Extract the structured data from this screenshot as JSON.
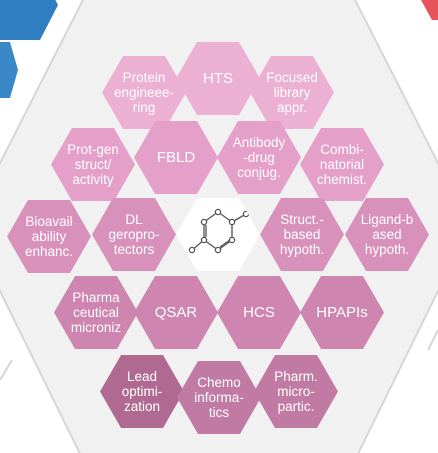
{
  "cells": [
    {
      "id": "protein-engineering",
      "label": "Protein\nengineee-\nring",
      "color": "#ecb0d2"
    },
    {
      "id": "hts",
      "label": "HTS",
      "color": "#ecb0d2"
    },
    {
      "id": "focused-library",
      "label": "Focused\nlibrary\nappr.",
      "color": "#ecb0d2"
    },
    {
      "id": "prot-gen-struct",
      "label": "Prot-gen\nstruct/\nactivity",
      "color": "#e4a0c8"
    },
    {
      "id": "fbld",
      "label": "FBLD",
      "color": "#e4a0c8"
    },
    {
      "id": "antibody-drug",
      "label": "Antibody\n-drug\nconjug.",
      "color": "#e4a0c8"
    },
    {
      "id": "combinatorial",
      "label": "Combi-\nnatorial\nchemist.",
      "color": "#e4a0c8"
    },
    {
      "id": "bioavailability",
      "label": "Bioavail\nability\nenhanc.",
      "color": "#d891ba"
    },
    {
      "id": "dl-geroprotectors",
      "label": "DL\ngeropro-\ntectors",
      "color": "#d891ba"
    },
    {
      "id": "struct-based",
      "label": "Struct.-\nbased\nhypoth.",
      "color": "#d891ba"
    },
    {
      "id": "ligand-based",
      "label": "Ligand-b\nased\nhypoth.",
      "color": "#d891ba"
    },
    {
      "id": "pharma-microniz",
      "label": "Pharma\nceutical\nmicroniz",
      "color": "#ce86b0"
    },
    {
      "id": "qsar",
      "label": "QSAR",
      "color": "#ce86b0"
    },
    {
      "id": "hcs",
      "label": "HCS",
      "color": "#ce86b0"
    },
    {
      "id": "hpapis",
      "label": "HPAPIs",
      "color": "#ce86b0"
    },
    {
      "id": "lead-optimization",
      "label": "Lead\noptimi-\nzation",
      "color": "#b06a92"
    },
    {
      "id": "chemoinformatics",
      "label": "Chemo\ninforma-\ntics",
      "color": "#c07aa3"
    },
    {
      "id": "pharm-microparticles",
      "label": "Pharm.\nmicro-\npartic.",
      "color": "#c07aa3"
    }
  ],
  "center": {
    "icon": "molecule-icon"
  },
  "colors": {
    "background_frame": "#f1f1f2",
    "frame_stroke": "#d6d6d8",
    "accent_blue": "#2f7fc0",
    "accent_red": "#e8535a"
  }
}
